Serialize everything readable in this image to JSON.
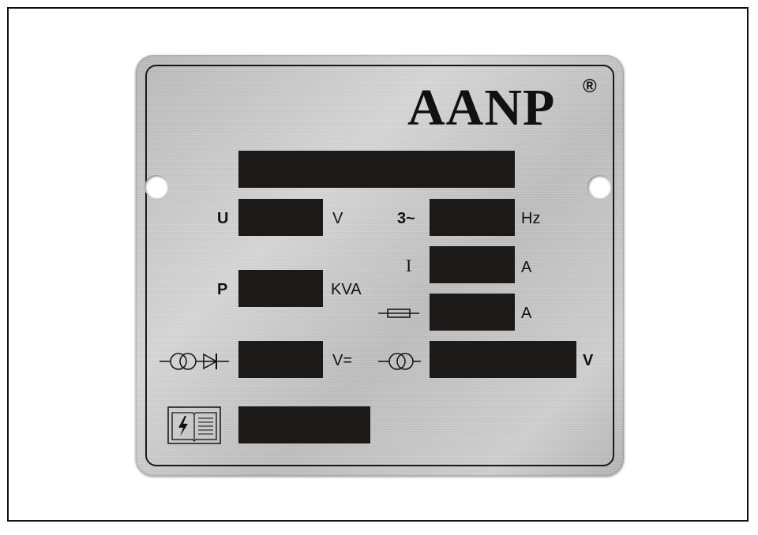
{
  "brand": {
    "name": "AANP",
    "mark": "®"
  },
  "labels": {
    "u": "U",
    "v": "V",
    "phase": "3~",
    "hz": "Hz",
    "current": "I",
    "a1": "A",
    "p": "P",
    "kva": "KVA",
    "a2": "A",
    "vdc": "V=",
    "v2": "V"
  },
  "icons": {
    "fuse": "fuse-icon",
    "transformer_rectifier": "transformer-rectifier-icon",
    "transformer": "transformer-icon",
    "manual": "manual-lightning-icon"
  },
  "colors": {
    "field": "#1c1a19",
    "plate": "#c8c8c8",
    "ink": "#111111"
  }
}
